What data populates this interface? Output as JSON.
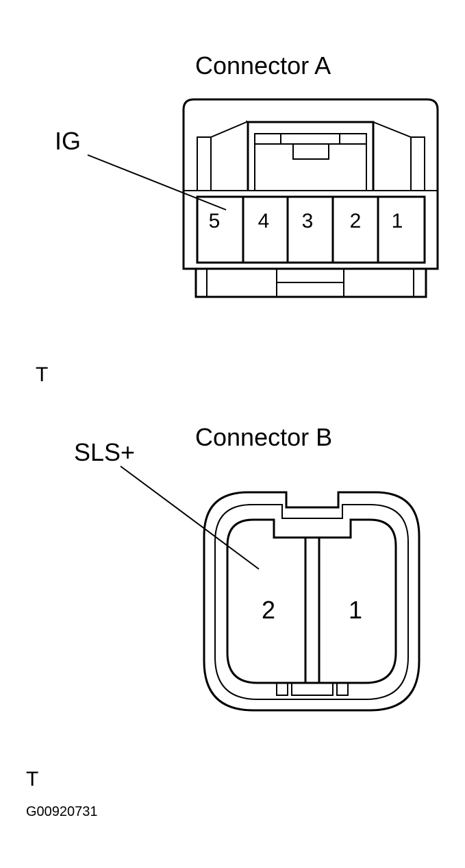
{
  "connector_a": {
    "title": "Connector A",
    "callout": "IG",
    "pins": [
      "5",
      "4",
      "3",
      "2",
      "1"
    ]
  },
  "connector_b": {
    "title": "Connector B",
    "callout": "SLS+",
    "pins": [
      "2",
      "1"
    ]
  },
  "marks": {
    "top": "T",
    "bottom": "T"
  },
  "figure_code": "G00920731"
}
